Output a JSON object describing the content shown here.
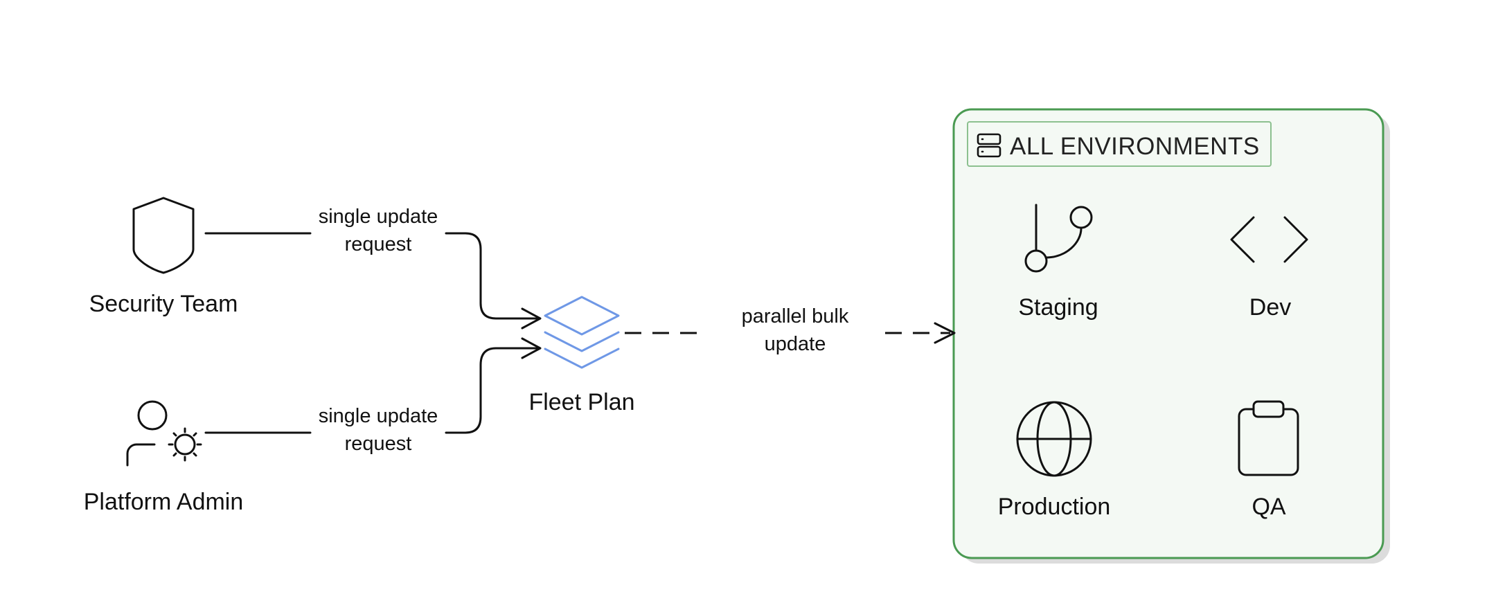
{
  "colors": {
    "line": "#111111",
    "fleet_plan_icon": "#6f98e6",
    "group_border": "#4a9a52",
    "group_fill": "#f4f9f4",
    "group_shadow": "#dcdcdc"
  },
  "actors": [
    {
      "label": "Security Team",
      "icon": "shield-icon"
    },
    {
      "label": "Platform Admin",
      "icon": "user-gear-icon"
    }
  ],
  "hub": {
    "label": "Fleet Plan",
    "icon": "layers-icon"
  },
  "edges": [
    {
      "label_line1": "single update",
      "label_line2": "request",
      "style": "solid"
    },
    {
      "label_line1": "single update",
      "label_line2": "request",
      "style": "solid"
    },
    {
      "label_line1": "parallel bulk",
      "label_line2": "update",
      "style": "dashed"
    }
  ],
  "group": {
    "title": "ALL ENVIRONMENTS",
    "icon": "server-stack-icon",
    "items": [
      {
        "label": "Staging",
        "icon": "git-branch-icon"
      },
      {
        "label": "Dev",
        "icon": "code-icon"
      },
      {
        "label": "Production",
        "icon": "globe-icon"
      },
      {
        "label": "QA",
        "icon": "clipboard-icon"
      }
    ]
  }
}
